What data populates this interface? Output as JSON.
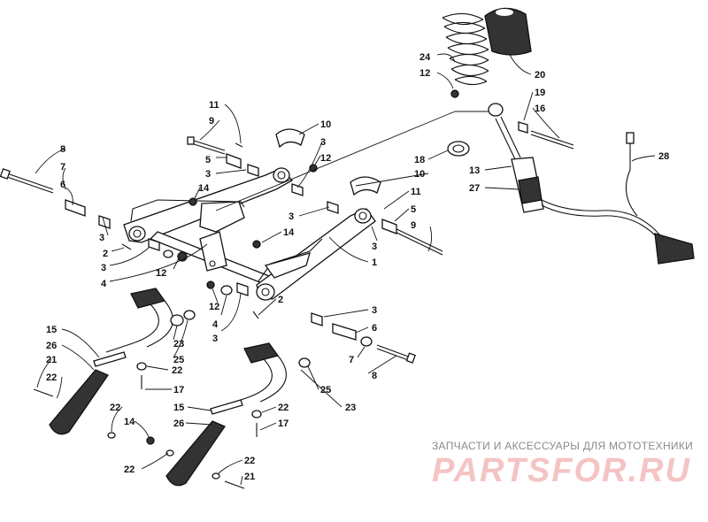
{
  "watermark": {
    "tagline": "ЗАПЧАСТИ И АКСЕССУАРЫ ДЛЯ МОТОТЕХНИКИ",
    "brand": "PARTSFOR.RU"
  },
  "callouts": [
    {
      "id": "c8a",
      "text": "8"
    },
    {
      "id": "c7a",
      "text": "7"
    },
    {
      "id": "c6a",
      "text": "6"
    },
    {
      "id": "c3a",
      "text": "3"
    },
    {
      "id": "c2a",
      "text": "2"
    },
    {
      "id": "c3b",
      "text": "3"
    },
    {
      "id": "c4a",
      "text": "4"
    },
    {
      "id": "c12a",
      "text": "12"
    },
    {
      "id": "c11a",
      "text": "11"
    },
    {
      "id": "c9a",
      "text": "9"
    },
    {
      "id": "c5a",
      "text": "5"
    },
    {
      "id": "c3c",
      "text": "3"
    },
    {
      "id": "c14a",
      "text": "14"
    },
    {
      "id": "c10a",
      "text": "10"
    },
    {
      "id": "c3d",
      "text": "3"
    },
    {
      "id": "c12b",
      "text": "12"
    },
    {
      "id": "c24",
      "text": "24"
    },
    {
      "id": "c12c",
      "text": "12"
    },
    {
      "id": "c20",
      "text": "20"
    },
    {
      "id": "c19",
      "text": "19"
    },
    {
      "id": "c16",
      "text": "16"
    },
    {
      "id": "c18",
      "text": "18"
    },
    {
      "id": "c10b",
      "text": "10"
    },
    {
      "id": "c13",
      "text": "13"
    },
    {
      "id": "c27",
      "text": "27"
    },
    {
      "id": "c28",
      "text": "28"
    },
    {
      "id": "c11b",
      "text": "11"
    },
    {
      "id": "c3e",
      "text": "3"
    },
    {
      "id": "c5b",
      "text": "5"
    },
    {
      "id": "c9b",
      "text": "9"
    },
    {
      "id": "c14b",
      "text": "14"
    },
    {
      "id": "c3f",
      "text": "3"
    },
    {
      "id": "c1",
      "text": "1"
    },
    {
      "id": "c12d",
      "text": "12"
    },
    {
      "id": "c4b",
      "text": "4"
    },
    {
      "id": "c3g",
      "text": "3"
    },
    {
      "id": "c2b",
      "text": "2"
    },
    {
      "id": "c3h",
      "text": "3"
    },
    {
      "id": "c6b",
      "text": "6"
    },
    {
      "id": "c7b",
      "text": "7"
    },
    {
      "id": "c8b",
      "text": "8"
    },
    {
      "id": "c15a",
      "text": "15"
    },
    {
      "id": "c26a",
      "text": "26"
    },
    {
      "id": "c23a",
      "text": "23"
    },
    {
      "id": "c25a",
      "text": "25"
    },
    {
      "id": "c21a",
      "text": "21"
    },
    {
      "id": "c22a",
      "text": "22"
    },
    {
      "id": "c22b",
      "text": "22"
    },
    {
      "id": "c17a",
      "text": "17"
    },
    {
      "id": "c22c",
      "text": "22"
    },
    {
      "id": "c14c",
      "text": "14"
    },
    {
      "id": "c25b",
      "text": "25"
    },
    {
      "id": "c23b",
      "text": "23"
    },
    {
      "id": "c15b",
      "text": "15"
    },
    {
      "id": "c22d",
      "text": "22"
    },
    {
      "id": "c26b",
      "text": "26"
    },
    {
      "id": "c17b",
      "text": "17"
    },
    {
      "id": "c22e",
      "text": "22"
    },
    {
      "id": "c22f",
      "text": "22"
    },
    {
      "id": "c21b",
      "text": "21"
    }
  ]
}
